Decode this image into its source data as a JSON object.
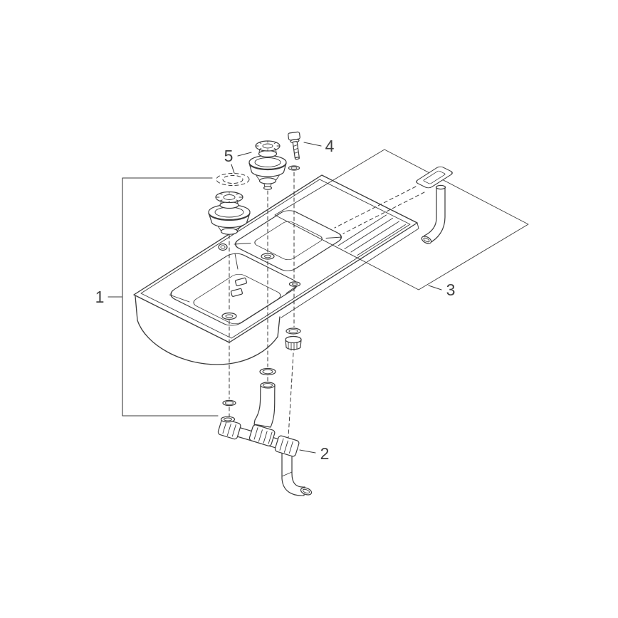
{
  "diagram": {
    "type": "exploded-parts-diagram",
    "subject": "kitchen-sink-installation",
    "colors": {
      "line": "#3a3a3a",
      "label": "#3f3f3f",
      "background": "#ffffff"
    },
    "labels": [
      {
        "text": "1",
        "part": "sink-body"
      },
      {
        "text": "2",
        "part": "drain-trap-assembly"
      },
      {
        "text": "3",
        "part": "overflow-assembly"
      },
      {
        "text": "4",
        "part": "fixing-bolt"
      },
      {
        "text": "5",
        "part": "strainer-waste-set"
      }
    ]
  }
}
